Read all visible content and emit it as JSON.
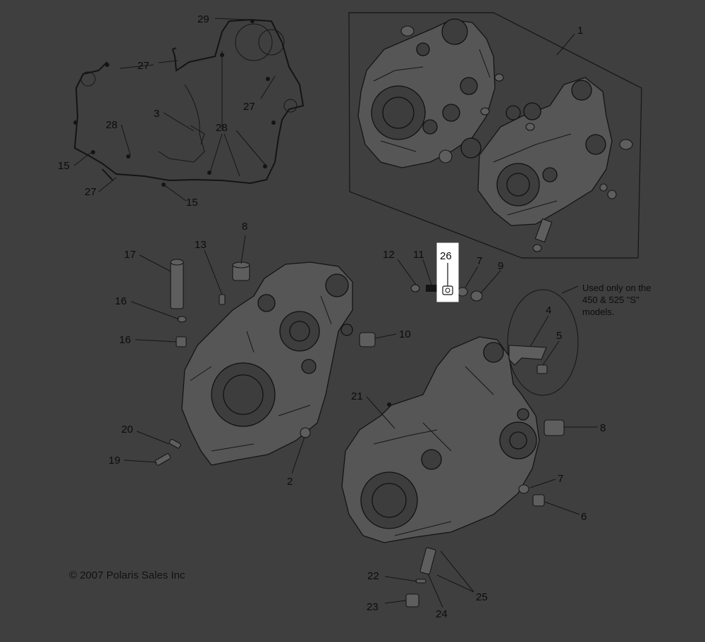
{
  "diagram": {
    "copyright": "© 2007 Polaris Sales Inc",
    "note": [
      "Used only on the",
      "450 & 525 \"S\"",
      "models."
    ],
    "callouts": [
      {
        "id": "c1",
        "text": "1"
      },
      {
        "id": "c29",
        "text": "29"
      },
      {
        "id": "c27a",
        "text": "27"
      },
      {
        "id": "c27b",
        "text": "27"
      },
      {
        "id": "c27c",
        "text": "27"
      },
      {
        "id": "c3",
        "text": "3"
      },
      {
        "id": "c28a",
        "text": "28"
      },
      {
        "id": "c28b",
        "text": "28"
      },
      {
        "id": "c15a",
        "text": "15"
      },
      {
        "id": "c15b",
        "text": "15"
      },
      {
        "id": "c8a",
        "text": "8"
      },
      {
        "id": "c17",
        "text": "17"
      },
      {
        "id": "c13",
        "text": "13"
      },
      {
        "id": "c16a",
        "text": "16"
      },
      {
        "id": "c16b",
        "text": "16"
      },
      {
        "id": "c12",
        "text": "12"
      },
      {
        "id": "c11",
        "text": "11"
      },
      {
        "id": "c26",
        "text": "26"
      },
      {
        "id": "c7a",
        "text": "7"
      },
      {
        "id": "c9",
        "text": "9"
      },
      {
        "id": "c4",
        "text": "4"
      },
      {
        "id": "c5",
        "text": "5"
      },
      {
        "id": "c10",
        "text": "10"
      },
      {
        "id": "c21",
        "text": "21"
      },
      {
        "id": "c8b",
        "text": "8"
      },
      {
        "id": "c20",
        "text": "20"
      },
      {
        "id": "c19",
        "text": "19"
      },
      {
        "id": "c2",
        "text": "2"
      },
      {
        "id": "c7b",
        "text": "7"
      },
      {
        "id": "c6",
        "text": "6"
      },
      {
        "id": "c22",
        "text": "22"
      },
      {
        "id": "c25",
        "text": "25"
      },
      {
        "id": "c23",
        "text": "23"
      },
      {
        "id": "c24",
        "text": "24"
      }
    ]
  }
}
